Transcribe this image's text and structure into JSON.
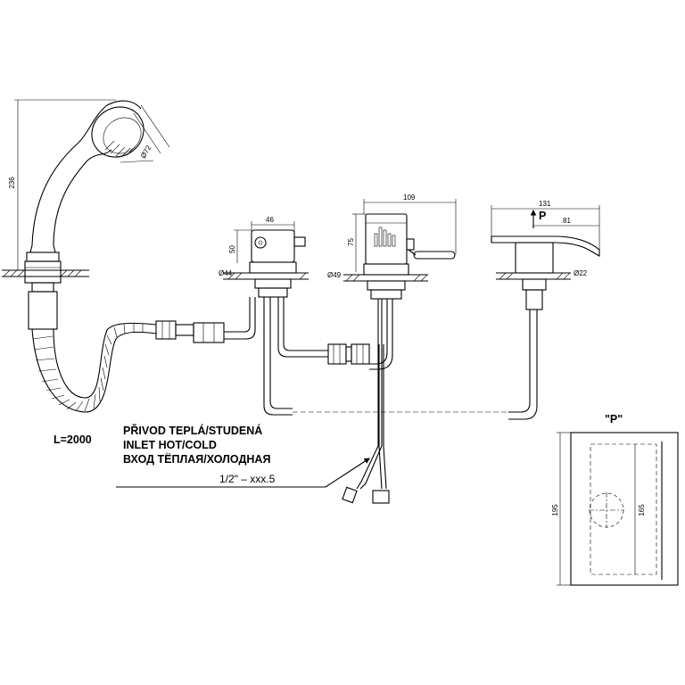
{
  "dimensions": {
    "shower_height": "236",
    "shower_head_diameter": "Ø72",
    "valve1_width": "46",
    "valve1_height": "50",
    "valve1_base": "Ø44",
    "mixer_width": "109",
    "mixer_height": "75",
    "mixer_base": "Ø49",
    "spout_length": "131",
    "spout_reach": "81",
    "spout_base": "Ø22",
    "spout_marker": "P",
    "hose_length": "L=2000",
    "detail_height": "195",
    "detail_inner_height": "165"
  },
  "labels": {
    "inlet_cz": "PŘIVOD TEPLÁ/STUDENÁ",
    "inlet_en": "INLET HOT/COLD",
    "inlet_ru": "ВХОД ТЁПЛАЯ/ХОЛОДНАЯ",
    "thread": "1/2\" – xxx.5",
    "detail_title": "\"P\""
  }
}
